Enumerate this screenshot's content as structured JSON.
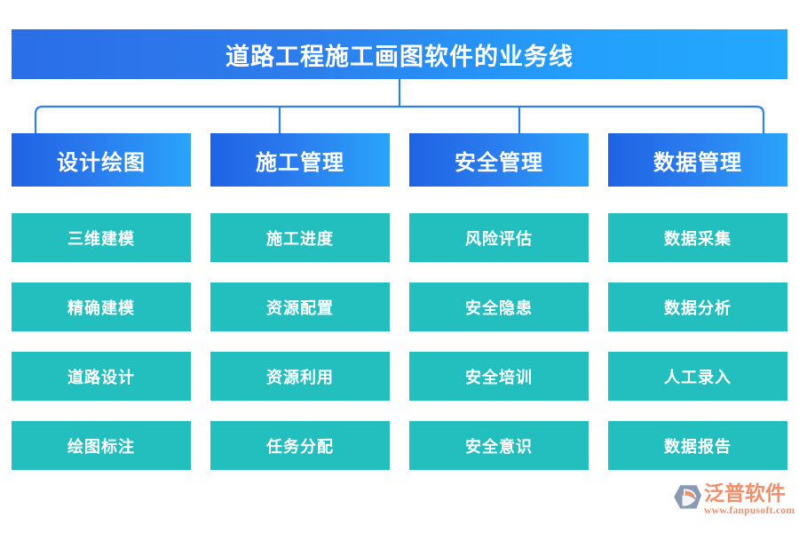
{
  "header": {
    "title": "道路工程施工画图软件的业务线",
    "gradient_from": "#2a6ee8",
    "gradient_to": "#23a8fe"
  },
  "connector": {
    "color": "#2f7fe8"
  },
  "theme": {
    "category_gradient_from": "#1f63e4",
    "category_gradient_to": "#2aa4fb",
    "item_color": "#23bfbf",
    "text_color": "#ffffff",
    "logo_color": "#f0906a",
    "logo_mark_color": "#8a9ab4"
  },
  "columns": [
    {
      "category": "设计绘图",
      "items": [
        "三维建模",
        "精确建模",
        "道路设计",
        "绘图标注"
      ]
    },
    {
      "category": "施工管理",
      "items": [
        "施工进度",
        "资源配置",
        "资源利用",
        "任务分配"
      ]
    },
    {
      "category": "安全管理",
      "items": [
        "风险评估",
        "安全隐患",
        "安全培训",
        "安全意识"
      ]
    },
    {
      "category": "数据管理",
      "items": [
        "数据采集",
        "数据分析",
        "人工录入",
        "数据报告"
      ]
    }
  ],
  "logo": {
    "name": "泛普软件",
    "url": "www.fanpusoft.com"
  }
}
